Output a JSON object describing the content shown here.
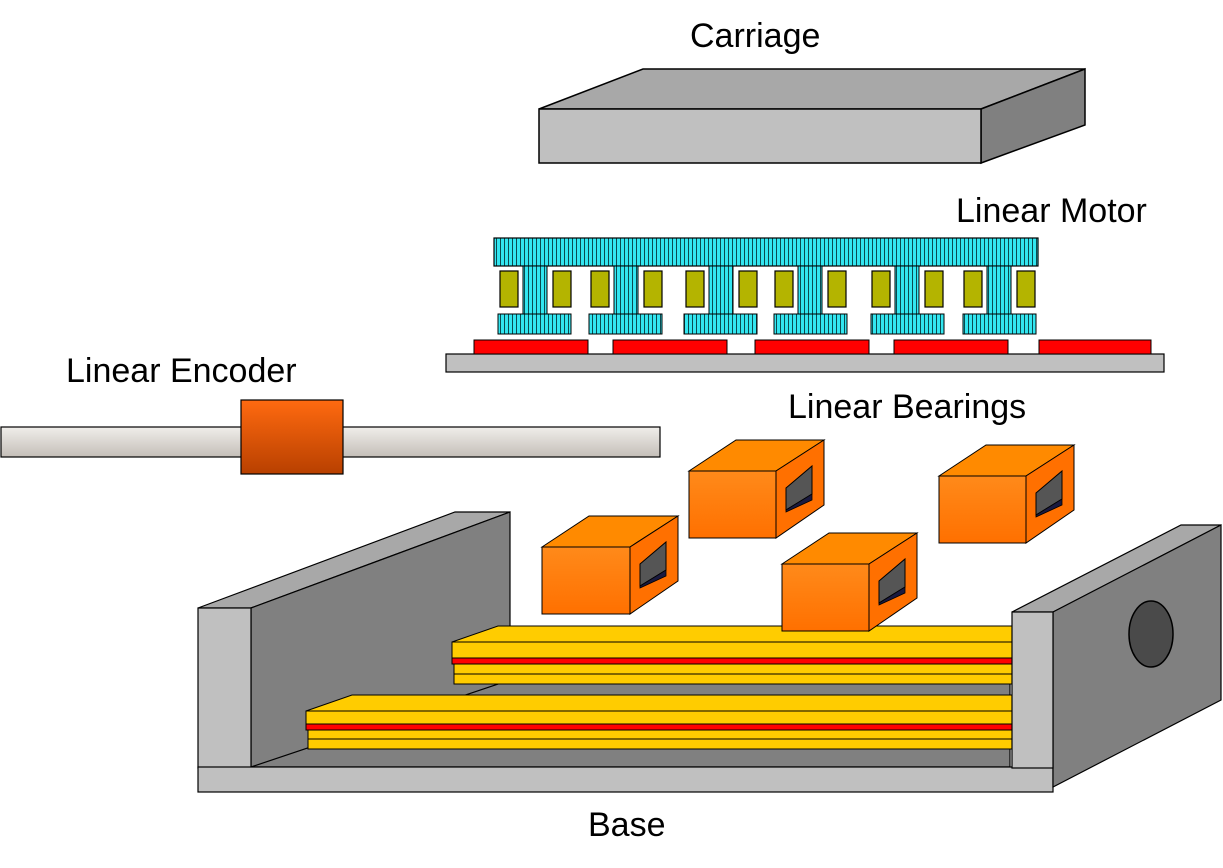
{
  "labels": {
    "carriage": "Carriage",
    "linear_motor": "Linear Motor",
    "linear_encoder": "Linear Encoder",
    "linear_bearings": "Linear Bearings",
    "base": "Base"
  },
  "colors": {
    "gray_light": "#c0c0c0",
    "gray_mid": "#b0b0b0",
    "gray_dark": "#808080",
    "cyan": "#33e6f0",
    "olive": "#b4b400",
    "red": "#ff0000",
    "orange": "#ff8000",
    "gold": "#ffcc00"
  }
}
